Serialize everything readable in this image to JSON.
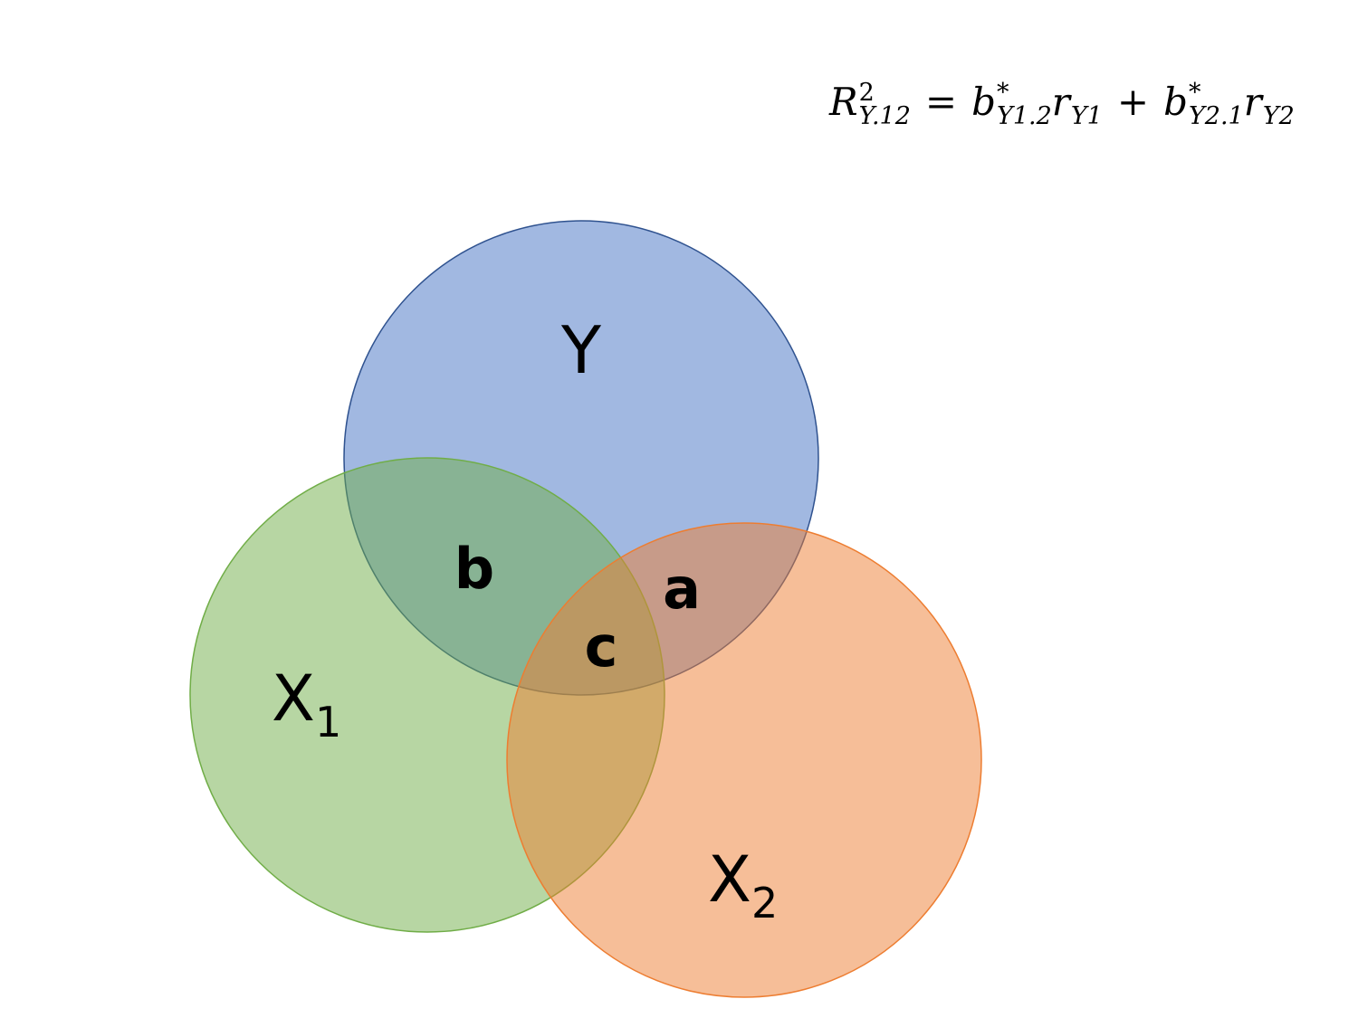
{
  "formula": {
    "lhs": {
      "base": "R",
      "sup": "2",
      "sub": "Y.12"
    },
    "equals": "=",
    "term1": {
      "base": "b",
      "sup": "*",
      "sub": "Y1.2"
    },
    "term1r": {
      "base": "r",
      "sub": "Y1"
    },
    "plus": "+",
    "term2": {
      "base": "b",
      "sup": "*",
      "sub": "Y2.1"
    },
    "term2r": {
      "base": "r",
      "sub": "Y2"
    }
  },
  "circles": {
    "y": {
      "label": "Y",
      "fill": "#4472C4",
      "stroke": "#2F528F"
    },
    "x1": {
      "label": "X",
      "sub": "1",
      "fill": "#70AD47",
      "stroke": "#70AD47"
    },
    "x2": {
      "label": "X",
      "sub": "2",
      "fill": "#ED7D31",
      "stroke": "#ED7D31"
    }
  },
  "regions": {
    "a": "a",
    "b": "b",
    "c": "c"
  }
}
